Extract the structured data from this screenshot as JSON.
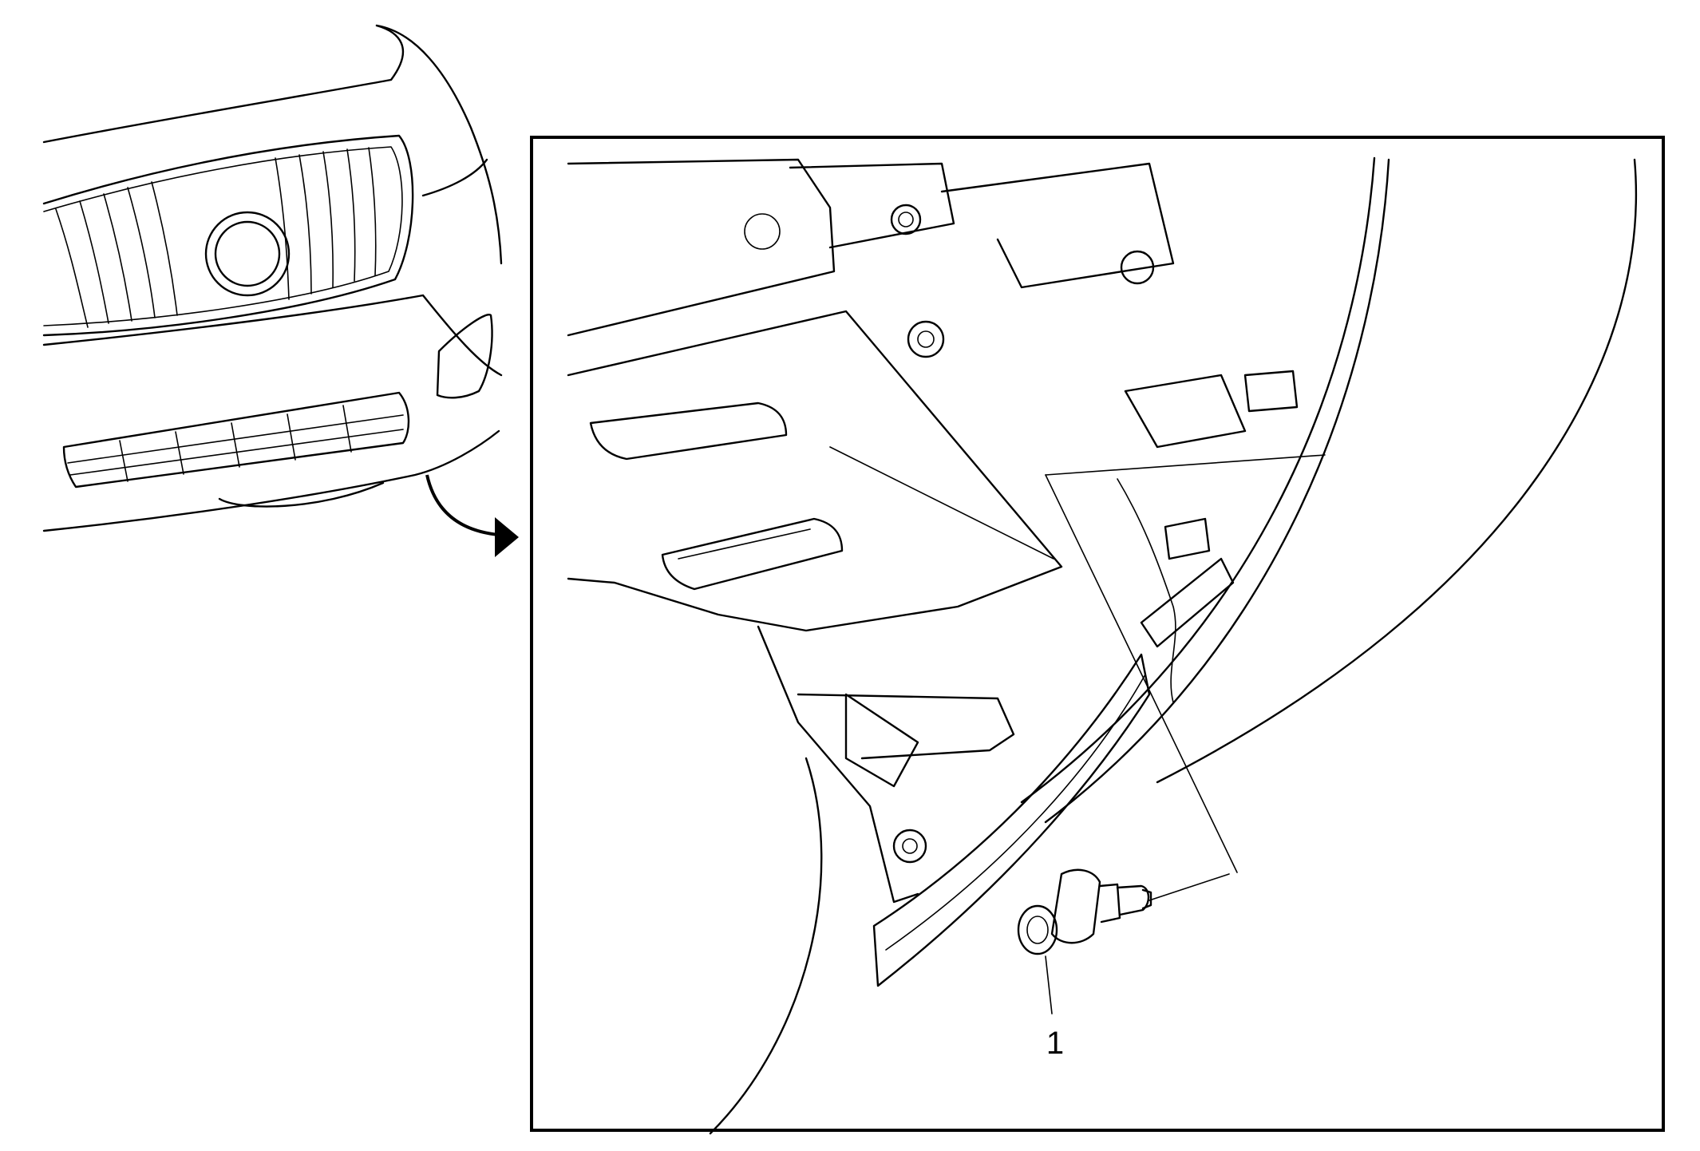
{
  "callouts": [
    {
      "number": "1",
      "part": "fog-lamp-bulb"
    }
  ],
  "colors": {
    "line": "#000000",
    "background": "#ffffff"
  },
  "views": [
    "vehicle-front-overview",
    "detail-view-fog-lamp-area"
  ]
}
